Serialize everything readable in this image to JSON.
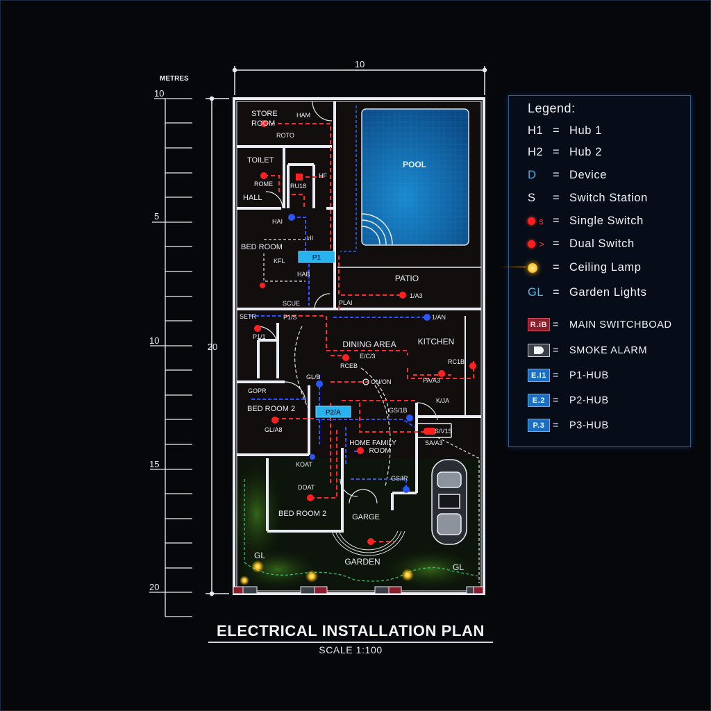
{
  "plan": {
    "title": "ELECTRICAL  INSTALLATION PLAN",
    "scale": "SCALE 1:100",
    "units_label": "METRES",
    "width_dimension": "10",
    "height_dimension": "20",
    "ruler_labels": [
      "10",
      "5",
      "10",
      "15",
      "20"
    ]
  },
  "rooms": {
    "store_room": "STORE\nROOM",
    "store_room_line1": "STORE",
    "store_room_line2": "ROOM",
    "toilet": "TOILET",
    "hall": "HALL",
    "bedroom_1": "BED ROOM",
    "pool": "POOL",
    "patio": "PATIO",
    "dining_area": "DINING AREA",
    "kitchen": "KITCHEN",
    "bedroom_2a": "BED ROOM 2",
    "family_room_line1": "HOME FAMILY",
    "family_room_line2": "ROOM",
    "bedroom_2b": "BED ROOM 2",
    "garage": "GARGE",
    "garden": "GARDEN"
  },
  "device_tags": {
    "store_h": "HAM",
    "store_r": "ROTO",
    "toilet_r": "ROME",
    "rub": "RU18",
    "hf": "HF",
    "bed_ha": "HAI",
    "bed_hi": "HI",
    "bed_kfl": "KFL",
    "bed_hab": "HAB",
    "bed_sc": "SCUE",
    "hub_p1": "P1",
    "patio_tag": "1/A3",
    "patio_pl": "PLAI",
    "kitchen_tag": "1/AN",
    "setr": "SETR",
    "p1s": "P1/S",
    "p1": "P1/1",
    "dining_re": "RCEB",
    "dining_e": "E/C/3",
    "dining_on": "ON/ON",
    "kitchen_rc": "RC1B",
    "kitchen_pa": "PA/A3",
    "kitchen_ka": "K/JA",
    "gl_tag": "GL/B",
    "gopr": "GOPR",
    "bed2_tag": "GL/A8",
    "hub_p2": "P2/A",
    "gs_tag": "GS/1B",
    "garage_s": "S/V1S",
    "garage_sa": "SA/A3",
    "koat": "KOAT",
    "doat": "DOAT",
    "gsir": "GS/IR",
    "gl_left": "GL",
    "gl_right": "GL"
  },
  "legend": {
    "title": "Legend:",
    "items": [
      {
        "key": "H1",
        "label": "Hub 1",
        "icon": "text-h1",
        "color": "#eef2f7"
      },
      {
        "key": "H2",
        "label": "Hub 2",
        "icon": "text-h2",
        "color": "#eef2f7"
      },
      {
        "key": "D",
        "label": "Device",
        "icon": "text-d",
        "color": "#3fb0e6"
      },
      {
        "key": "S",
        "label": "Switch Station",
        "icon": "text-s",
        "color": "#eef2f7"
      },
      {
        "key": "s",
        "label": "Single Switch",
        "icon": "red-dot-single-switch-icon",
        "color": "#ff2a2a"
      },
      {
        "key": ">",
        "label": "Dual Switch",
        "icon": "red-dot-dual-switch-icon",
        "color": "#ff2a2a"
      },
      {
        "key": "",
        "label": "Ceiling Lamp",
        "icon": "ceiling-lamp-icon",
        "color": "#ffd23a"
      },
      {
        "key": "GL",
        "label": "Garden Lights",
        "icon": "text-gl",
        "color": "#3fc3f0"
      }
    ],
    "boxes": [
      {
        "key": "R.iB",
        "label": "MAIN SWITCHBOAD",
        "icon": "main-switchboard-icon",
        "bg": "#8a1e2c",
        "border": "#d34a5a"
      },
      {
        "key": "",
        "label": "SMOKE ALARM",
        "icon": "smoke-alarm-icon",
        "bg": "#3a3f47",
        "border": "#c9ced6"
      },
      {
        "key": "E.I1",
        "label": "P1-HUB",
        "icon": "p1-hub-icon",
        "bg": "#1c6fc0",
        "border": "#5fb4f0"
      },
      {
        "key": "E.2",
        "label": "P2-HUB",
        "icon": "p2-hub-icon",
        "bg": "#1c6fc0",
        "border": "#5fb4f0"
      },
      {
        "key": "P.3",
        "label": "P3-HUB",
        "icon": "p3-hub-icon",
        "bg": "#1c6fc0",
        "border": "#5fb4f0"
      }
    ]
  },
  "colors": {
    "wall": "#e9edf3",
    "red_circuit": "#ff2a2a",
    "blue_circuit": "#1f4dff",
    "pool": "#0f6fb0",
    "hub": "#27b3f0",
    "lamp": "#ffd23a",
    "garden_path": "#2fbf6a"
  }
}
